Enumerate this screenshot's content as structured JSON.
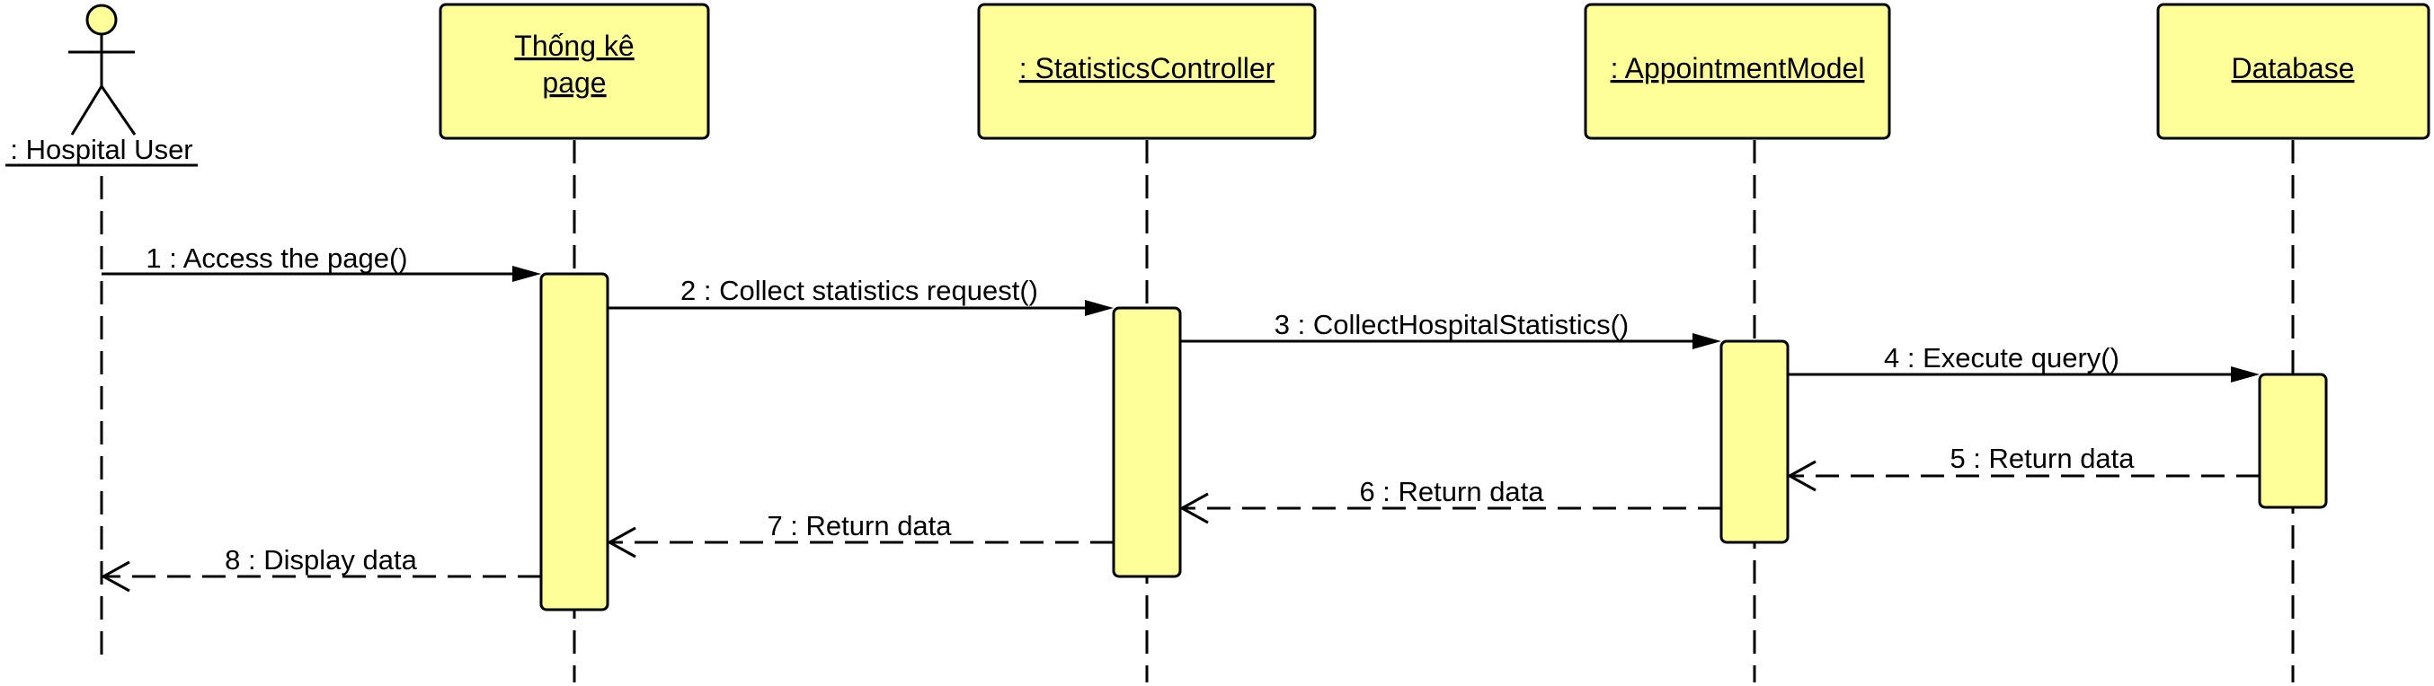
{
  "actor": {
    "name": ": Hospital User"
  },
  "participants": [
    {
      "lines": [
        "Thống kê",
        "page"
      ]
    },
    {
      "lines": [
        ": StatisticsController"
      ]
    },
    {
      "lines": [
        ": AppointmentModel"
      ]
    },
    {
      "lines": [
        "Database"
      ]
    }
  ],
  "messages": [
    {
      "label": "1 : Access the page()",
      "kind": "call"
    },
    {
      "label": "2 : Collect statistics request()",
      "kind": "call"
    },
    {
      "label": "3 : CollectHospitalStatistics()",
      "kind": "call"
    },
    {
      "label": "4 : Execute query()",
      "kind": "call"
    },
    {
      "label": "5 : Return data",
      "kind": "return"
    },
    {
      "label": "6 : Return data",
      "kind": "return"
    },
    {
      "label": "7 : Return data",
      "kind": "return"
    },
    {
      "label": "8 : Display data",
      "kind": "return"
    }
  ],
  "colors": {
    "fill": "#ffff99",
    "stroke": "#000000"
  }
}
